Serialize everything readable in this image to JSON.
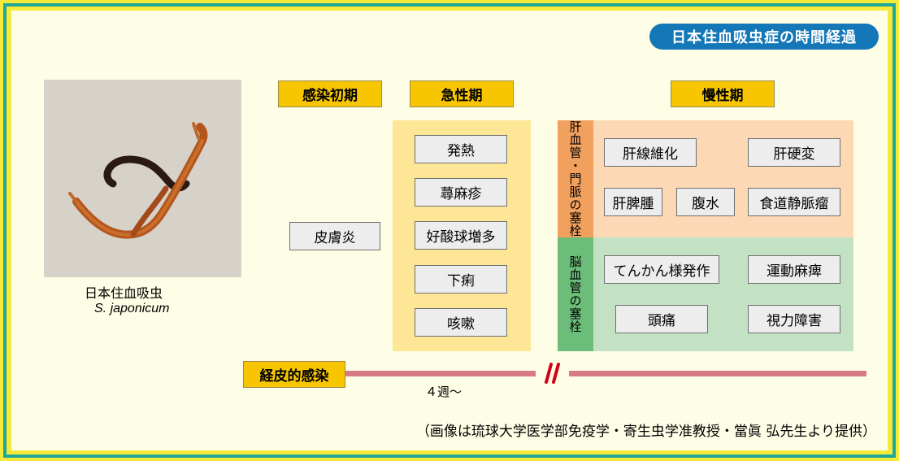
{
  "title": "日本住血吸虫症の時間経過",
  "photo": {
    "caption_ja": "日本住血吸虫",
    "caption_latin": "S. japonicum"
  },
  "phases": {
    "early": "感染初期",
    "acute": "急性期",
    "chronic": "慢性期"
  },
  "early_symptoms": [
    "皮膚炎"
  ],
  "acute_symptoms": [
    "発熱",
    "蕁麻疹",
    "好酸球増多",
    "下痢",
    "咳嗽"
  ],
  "chronic": {
    "liver_label": "肝血管・門脈の塞栓",
    "liver_symptoms": [
      "肝線維化",
      "肝硬変",
      "肝脾腫",
      "腹水",
      "食道静脈瘤"
    ],
    "brain_label": "脳血管の塞栓",
    "brain_symptoms": [
      "てんかん様発作",
      "運動麻痺",
      "頭痛",
      "視力障害"
    ]
  },
  "timeline": {
    "route": "経皮的感染",
    "weeks": "４週～",
    "break_mark": "//"
  },
  "credit": "（画像は琉球大学医学部免疫学・寄生虫学准教授・當眞 弘先生より提供）",
  "colors": {
    "title_bg": "#1477b8",
    "phase_bg": "#f7c600",
    "acute_panel": "#fde797",
    "liver_panel": "#fcd8b4",
    "brain_panel": "#c3e2c3",
    "timeline": "#d87a86",
    "break_mark": "#d0021b",
    "frame_teal": "#1fa79a",
    "frame_yellow": "#f5ea3a"
  }
}
